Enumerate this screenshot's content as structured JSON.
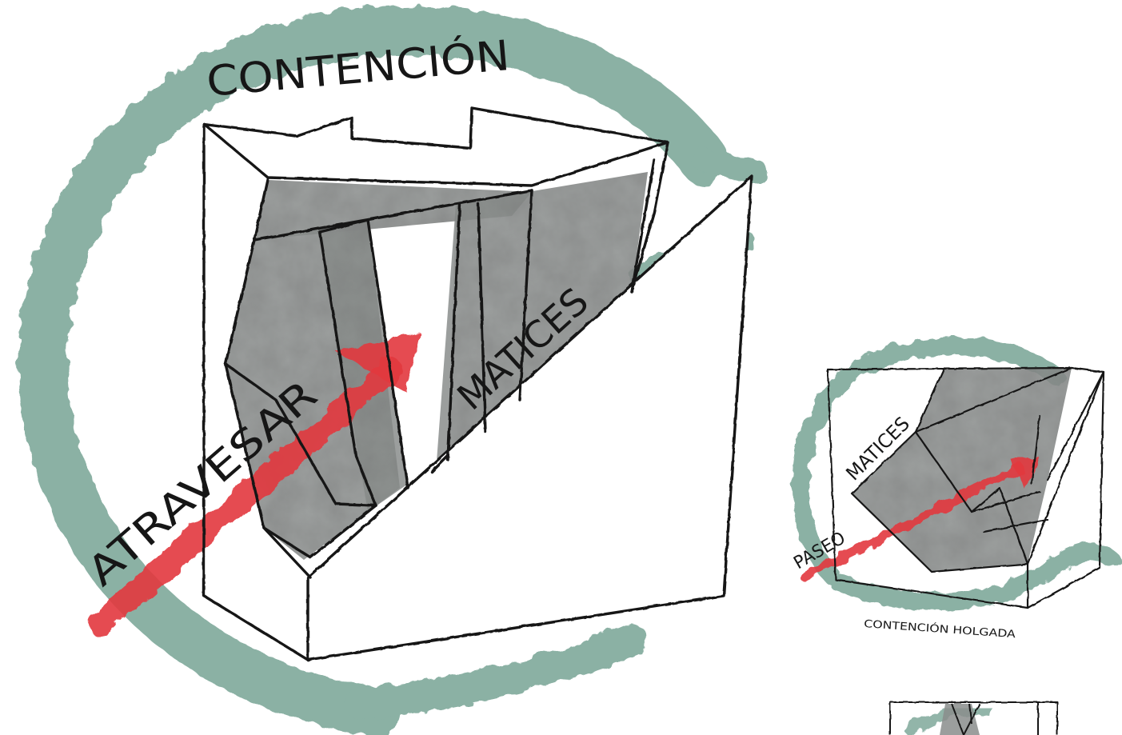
{
  "labels": {
    "main_title": "CONTENCIÓN",
    "main_arrow": "ATRAVESAR",
    "main_nuance": "MATICES",
    "small_nuance": "MATICES",
    "small_arrow": "PASEO",
    "small_caption": "CONTENCIÓN HOLGADA"
  },
  "colors": {
    "swirl": "#7fa99b",
    "arrow": "#e2393f",
    "ink": "#161616",
    "stone": "#8a8d8c"
  }
}
